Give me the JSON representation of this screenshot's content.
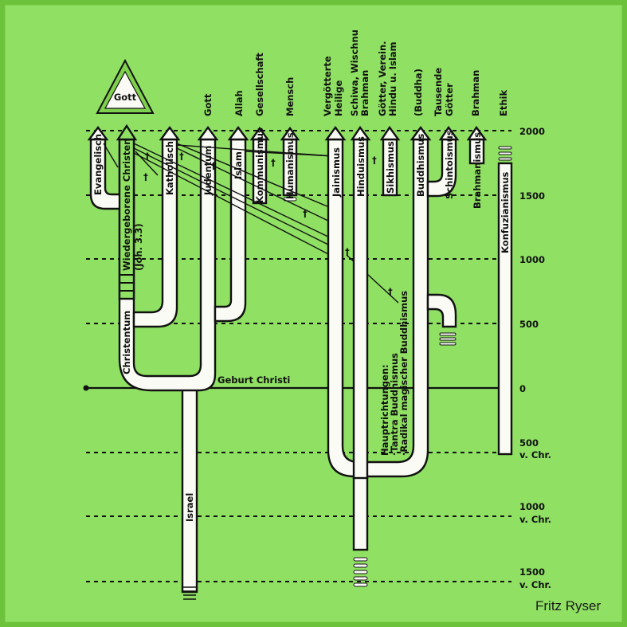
{
  "title_symbol": {
    "label": "Gott",
    "icon": "god-triangle-icon"
  },
  "credit": "Fritz Ryser",
  "colors": {
    "background": "#8fe063",
    "frame": "#6cc23a",
    "tube_fill": "#fbfbf6",
    "highlight_tube": "#8fe063",
    "ink": "#111111"
  },
  "timeline": {
    "ticks": [
      {
        "year": 2000,
        "label": "2000",
        "sub": ""
      },
      {
        "year": 1500,
        "label": "1500",
        "sub": ""
      },
      {
        "year": 1000,
        "label": "1000",
        "sub": ""
      },
      {
        "year": 500,
        "label": "500",
        "sub": ""
      },
      {
        "year": 0,
        "label": "0",
        "sub": ""
      },
      {
        "year": -500,
        "label": "500",
        "sub": "v. Chr."
      },
      {
        "year": -1000,
        "label": "1000",
        "sub": "v. Chr."
      },
      {
        "year": -1500,
        "label": "1500",
        "sub": "v. Chr."
      }
    ],
    "birth_of_christ": "Geburt Christi"
  },
  "top_labels": [
    {
      "id": "gott",
      "lines": [
        "Gott"
      ]
    },
    {
      "id": "allah",
      "lines": [
        "Allah"
      ]
    },
    {
      "id": "gesellschaft",
      "lines": [
        "Gesellschaft"
      ]
    },
    {
      "id": "mensch",
      "lines": [
        "Mensch"
      ]
    },
    {
      "id": "vergoetterte",
      "lines": [
        "Vergötterte",
        "Heilige"
      ]
    },
    {
      "id": "schiwa",
      "lines": [
        "Schiwa, Wischnu",
        "Brahman"
      ]
    },
    {
      "id": "goetter",
      "lines": [
        "Götter, Verein.",
        "Hindu u. Islam"
      ]
    },
    {
      "id": "buddha",
      "lines": [
        "(Buddha)"
      ]
    },
    {
      "id": "tausende",
      "lines": [
        "Tausende",
        "Götter"
      ]
    },
    {
      "id": "brahman",
      "lines": [
        "Brahman"
      ]
    },
    {
      "id": "ethik",
      "lines": [
        "Ethik"
      ]
    }
  ],
  "religions": {
    "evangelisch": "Evangelisch",
    "wiedergeborene": "Wiedergeborene Christen",
    "joh": "(Joh. 3.3)",
    "katholisch": "Katholisch",
    "christentum": "Christentum",
    "judentum": "Judentum",
    "islam": "Islam",
    "kommunismus": "Kommunismus",
    "humanismus": "Humanismus",
    "israel": "Israel",
    "jainismus": "Jainismus",
    "hinduismus": "Hinduismus",
    "sikhismus": "Sikhismus",
    "buddhismus": "Buddhismus",
    "schintoismus": "Schintoismus",
    "brahmanismus": "Brahmanismus",
    "konfuzianismus": "Konfuzianismus"
  },
  "buddhism_note": {
    "heading": "Hauptrichtungen:",
    "items": [
      "·Tantra Buddhismus",
      "·Radikal magischer Buddhismus"
    ]
  }
}
